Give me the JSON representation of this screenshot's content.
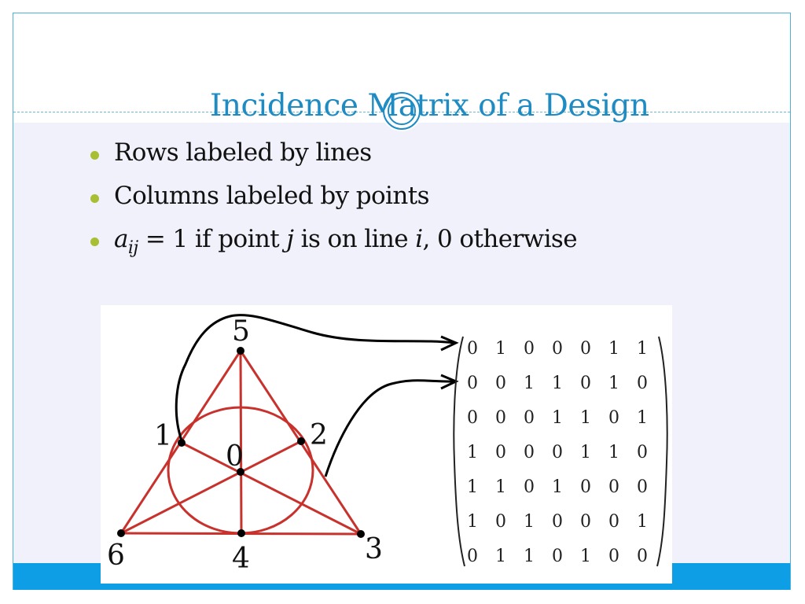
{
  "slide": {
    "title": "Incidence Matrix of a Design",
    "bullets": [
      {
        "text": "Rows labeled by lines"
      },
      {
        "text": "Columns labeled by points"
      },
      {
        "var": "a",
        "sub": "ij",
        "eq": " = 1 if point ",
        "j": "j",
        "mid": " is on line ",
        "i": "i",
        "tail": ", 0 otherwise"
      }
    ]
  },
  "figure": {
    "point_labels": [
      "0",
      "1",
      "2",
      "3",
      "4",
      "5",
      "6"
    ],
    "matrix": [
      [
        "0",
        "1",
        "0",
        "0",
        "0",
        "1",
        "1"
      ],
      [
        "0",
        "0",
        "1",
        "1",
        "0",
        "1",
        "0"
      ],
      [
        "0",
        "0",
        "0",
        "1",
        "1",
        "0",
        "1"
      ],
      [
        "1",
        "0",
        "0",
        "0",
        "1",
        "1",
        "0"
      ],
      [
        "1",
        "1",
        "0",
        "1",
        "0",
        "0",
        "0"
      ],
      [
        "1",
        "0",
        "1",
        "0",
        "0",
        "0",
        "1"
      ],
      [
        "0",
        "1",
        "1",
        "0",
        "1",
        "0",
        "0"
      ]
    ]
  },
  "colors": {
    "title": "#1e8bc3",
    "bullet": "#a8bf34",
    "bottom_bar": "#0e9ee6",
    "line_red": "#c8322d"
  }
}
